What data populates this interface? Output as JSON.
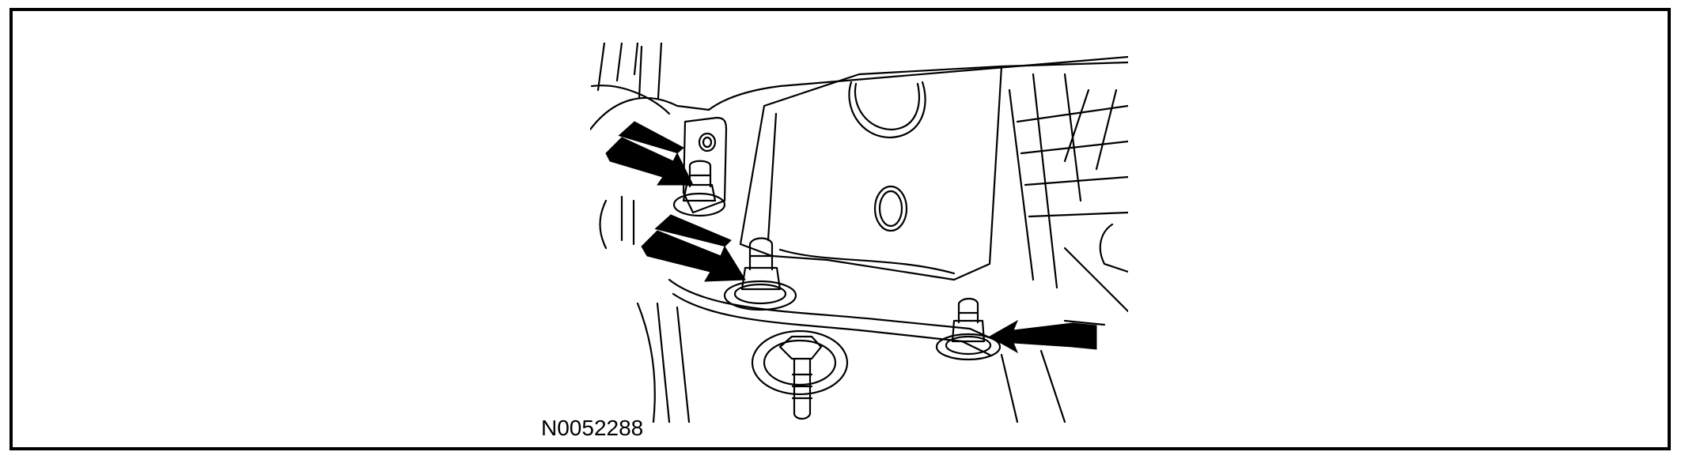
{
  "figure": {
    "id_label": "N0052288",
    "callouts": [
      {
        "name": "arrow-upper-left-nut"
      },
      {
        "name": "arrow-middle-nut"
      },
      {
        "name": "arrow-right-nut"
      }
    ],
    "line_color": "#000000",
    "background_color": "#ffffff"
  }
}
